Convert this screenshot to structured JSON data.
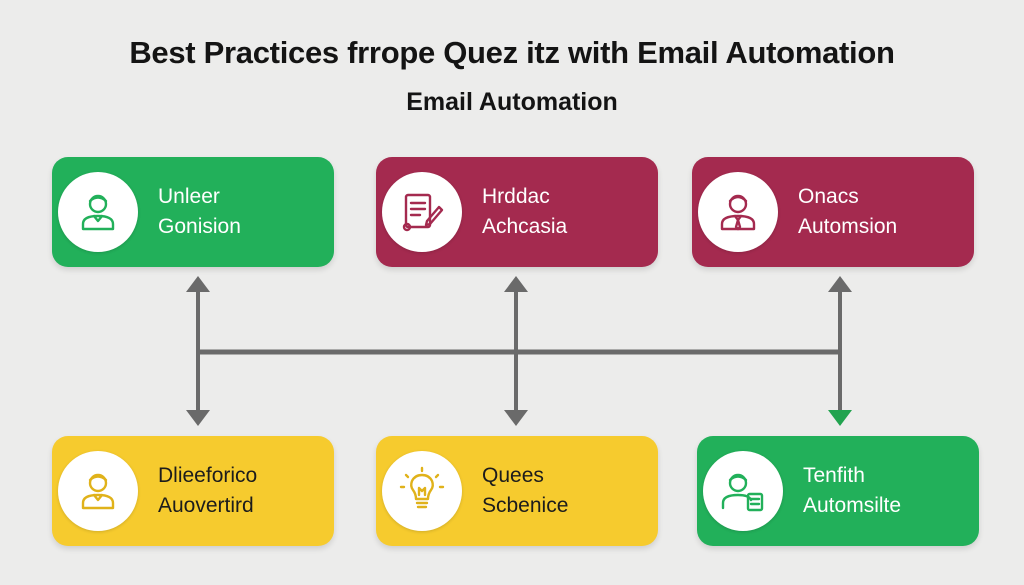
{
  "title": "Best Practices frrope Quez itz with Email Automation",
  "subtitle": "Email Automation",
  "colors": {
    "green": "#22b05a",
    "crimson": "#a42a4f",
    "yellow": "#f6cb2e",
    "connector": "#6a6a6a",
    "connector_highlight": "#22a34f"
  },
  "nodes": [
    {
      "line1": "Unleer",
      "line2": "Gonision",
      "color": "green",
      "icon": "person-icon"
    },
    {
      "line1": "Hrddac",
      "line2": "Achcasia",
      "color": "crimson",
      "icon": "document-edit-icon"
    },
    {
      "line1": "Onacs",
      "line2": "Automsion",
      "color": "crimson",
      "icon": "businessman-icon"
    },
    {
      "line1": "Dlieeforico",
      "line2": "Auovertird",
      "color": "yellow",
      "icon": "person-icon"
    },
    {
      "line1": "Quees",
      "line2": "Scbenice",
      "color": "yellow",
      "icon": "lightbulb-icon"
    },
    {
      "line1": "Tenfith",
      "line2": "Automsilte",
      "color": "green",
      "icon": "person-document-icon"
    }
  ]
}
